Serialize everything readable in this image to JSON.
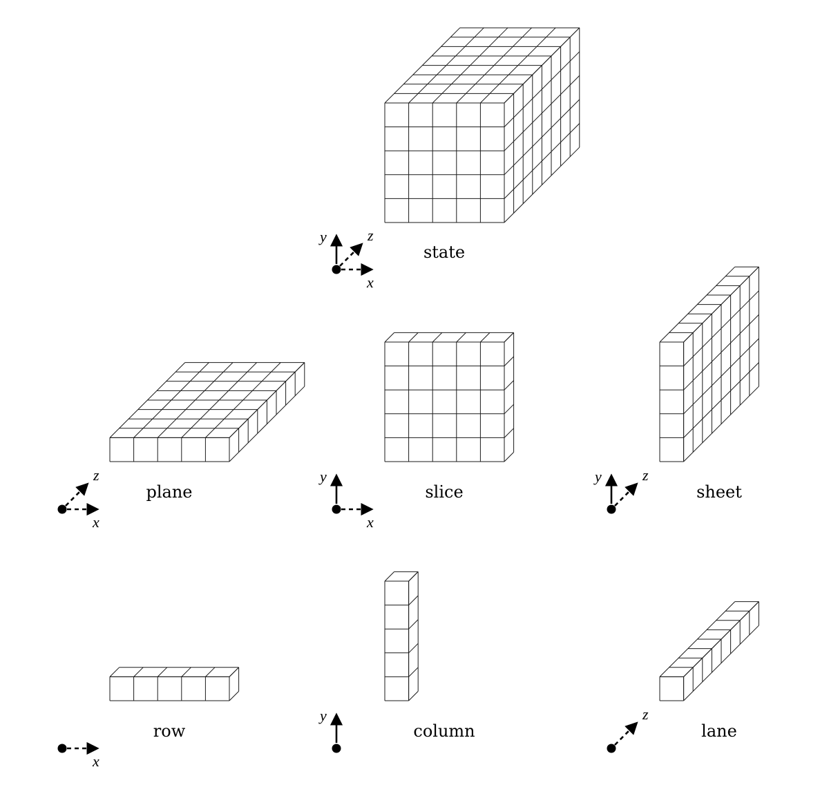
{
  "panels": [
    {
      "id": "state",
      "label": "state",
      "dims": [
        5,
        5,
        8
      ],
      "axes": [
        "x",
        "y",
        "z"
      ]
    },
    {
      "id": "plane",
      "label": "plane",
      "dims": [
        5,
        1,
        8
      ],
      "axes": [
        "x",
        "z"
      ]
    },
    {
      "id": "slice",
      "label": "slice",
      "dims": [
        5,
        5,
        1
      ],
      "axes": [
        "x",
        "y"
      ]
    },
    {
      "id": "sheet",
      "label": "sheet",
      "dims": [
        1,
        5,
        8
      ],
      "axes": [
        "y",
        "z"
      ]
    },
    {
      "id": "row",
      "label": "row",
      "dims": [
        5,
        1,
        1
      ],
      "axes": [
        "x"
      ]
    },
    {
      "id": "column",
      "label": "column",
      "dims": [
        1,
        5,
        1
      ],
      "axes": [
        "y"
      ]
    },
    {
      "id": "lane",
      "label": "lane",
      "dims": [
        1,
        1,
        8
      ],
      "axes": [
        "z"
      ]
    }
  ],
  "axis_names": {
    "x": "x",
    "y": "y",
    "z": "z"
  }
}
